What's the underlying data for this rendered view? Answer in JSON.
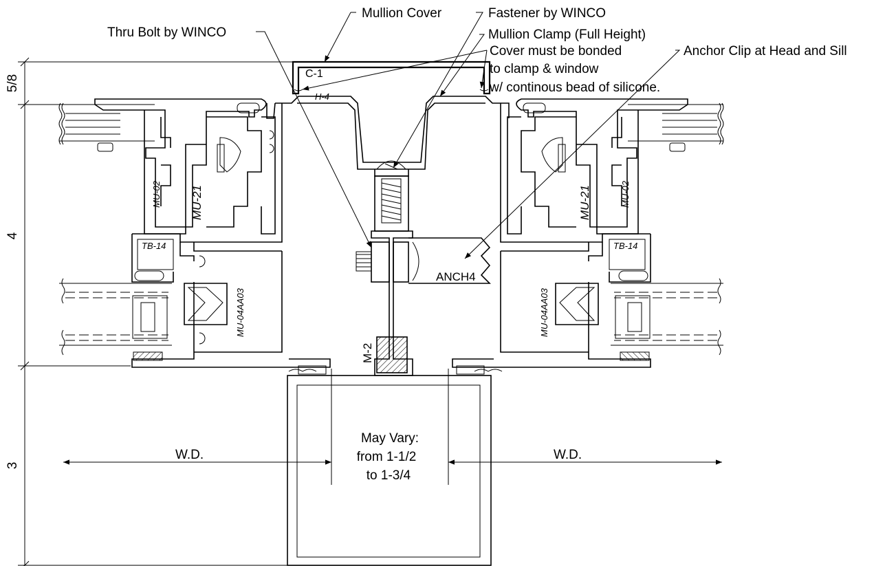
{
  "callouts": {
    "mullion_cover": "Mullion Cover",
    "fastener": "Fastener by WINCO",
    "thru_bolt": "Thru Bolt by WINCO",
    "mullion_clamp": "Mullion Clamp (Full Height)",
    "cover_note_1": "Cover must be bonded",
    "cover_note_2": "to clamp & window",
    "cover_note_3": "w/ continous bead of silicone.",
    "anchor_clip": "Anchor Clip at Head and Sill"
  },
  "parts": {
    "c1": "C-1",
    "h4": "H-4",
    "mu02": "MU-02",
    "mu21": "MU-21",
    "tb14": "TB-14",
    "mu04": "MU-04AA03",
    "m2": "M-2",
    "anch": "ANCH4"
  },
  "dimensions": {
    "d1": "5/8",
    "d2": "4",
    "d3": "3",
    "wd": "W.D.",
    "vary_1": "May Vary:",
    "vary_2": "from 1-1/2",
    "vary_3": "to 1-3/4"
  }
}
